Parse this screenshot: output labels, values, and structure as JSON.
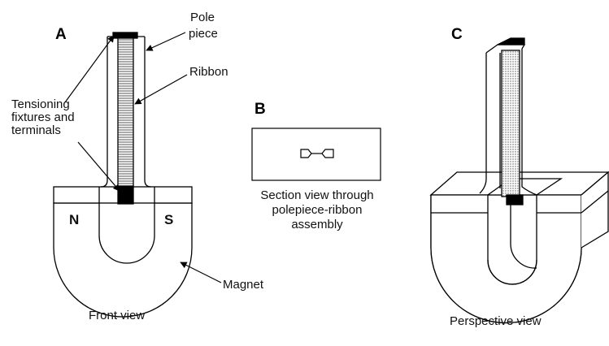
{
  "panels": {
    "a": "A",
    "b": "B",
    "c": "C"
  },
  "labels": {
    "pole_piece_1": "Pole",
    "pole_piece_2": "piece",
    "ribbon": "Ribbon",
    "tension_1": "Tensioning",
    "tension_2": "fixtures and",
    "tension_3": "terminals",
    "section_1": "Section view through",
    "section_2": "polepiece-ribbon",
    "section_3": "assembly",
    "magnet": "Magnet",
    "front_view": "Front view",
    "perspective_view": "Perspective view",
    "north": "N",
    "south": "S"
  }
}
